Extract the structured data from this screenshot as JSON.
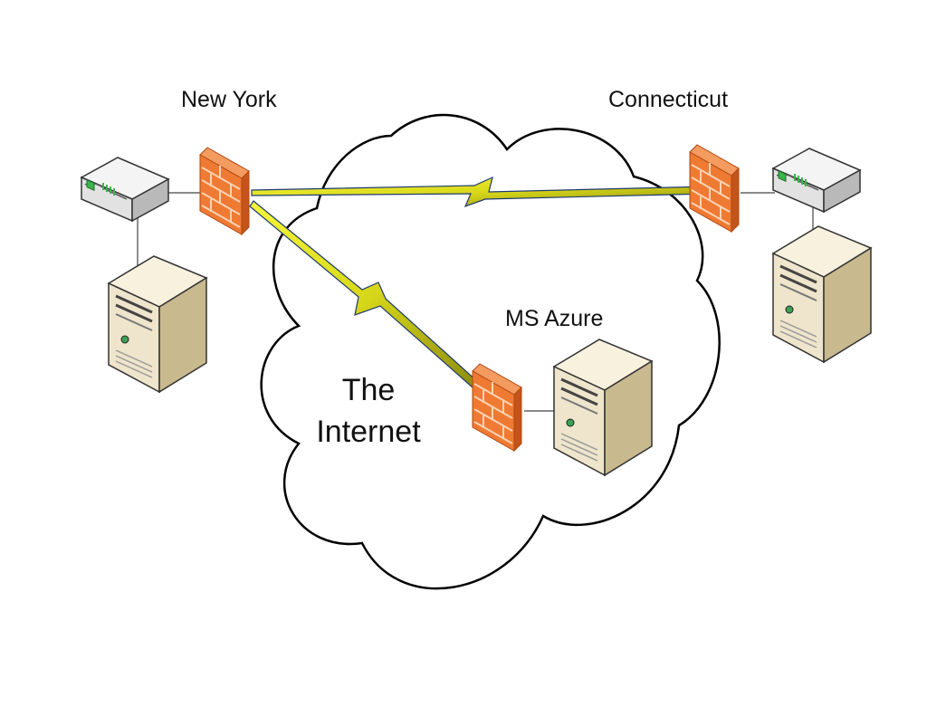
{
  "sites": {
    "new_york": {
      "label": "New York"
    },
    "connecticut": {
      "label": "Connecticut"
    },
    "azure": {
      "label": "MS Azure"
    }
  },
  "cloud": {
    "line1": "The",
    "line2": "Internet"
  },
  "colors": {
    "cloud_stroke": "#000000",
    "firewall_front": "#ee7a33",
    "firewall_side": "#c4541a",
    "firewall_mortar": "#fbd3b3",
    "server_front": "#eee5cc",
    "server_side": "#c8b98f",
    "router_body": "#e8e8e8",
    "router_port": "#39b54a",
    "vpn_link": "#e6e621",
    "vpn_link_edge": "#1e3a6e"
  },
  "icons": [
    "router-icon",
    "firewall-icon",
    "server-icon",
    "cloud-shape",
    "lightning-link"
  ]
}
